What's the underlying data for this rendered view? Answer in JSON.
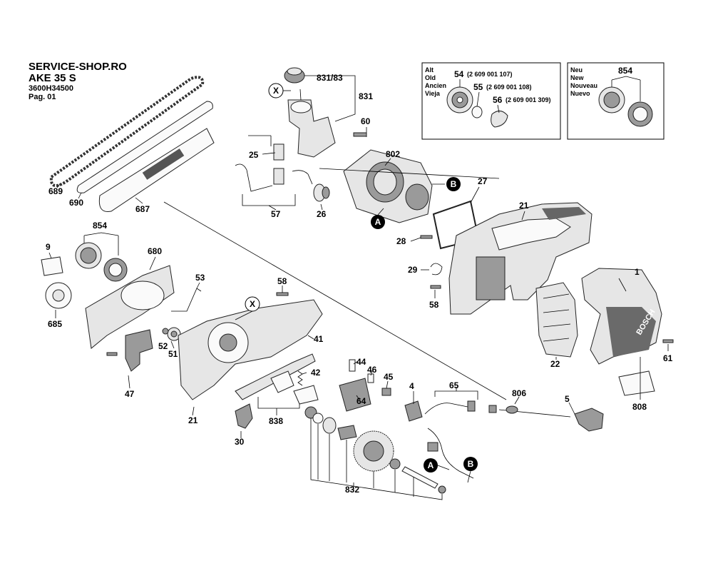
{
  "header": {
    "shop": "SERVICE-SHOP.RO",
    "model": "AKE 35 S",
    "code": "3600H34500",
    "page": "Pag. 01"
  },
  "box_old": {
    "words": [
      "Alt",
      "Old",
      "Ancien",
      "Vieja"
    ],
    "items": [
      {
        "num": "54",
        "code": "(2 609 001 107)"
      },
      {
        "num": "55",
        "code": "(2 609 001 108)"
      },
      {
        "num": "56",
        "code": "(2 609 001 309)"
      }
    ]
  },
  "box_new": {
    "words": [
      "Neu",
      "New",
      "Nouveau",
      "Nuevo"
    ],
    "num": "854"
  },
  "labels": {
    "p831_83": "831/83",
    "p831": "831",
    "p60": "60",
    "p802": "802",
    "p25": "25",
    "p57": "57",
    "p26": "26",
    "p27": "27",
    "p689": "689",
    "p690": "690",
    "p687": "687",
    "p9": "9",
    "p854": "854",
    "p680": "680",
    "p685": "685",
    "p21a": "21",
    "p28": "28",
    "p29": "29",
    "p58a": "58",
    "p1": "1",
    "p22": "22",
    "p61": "61",
    "p808": "808",
    "p53": "53",
    "p58b": "58",
    "p41": "41",
    "p52": "52",
    "p51": "51",
    "p47": "47",
    "p21b": "21",
    "p42": "42",
    "p44": "44",
    "p46": "46",
    "p45": "45",
    "p64": "64",
    "p4": "4",
    "p65": "65",
    "p806": "806",
    "p5": "5",
    "p838": "838",
    "p30": "30",
    "p832": "832"
  },
  "markers": {
    "x": "X",
    "a": "A",
    "b": "B"
  },
  "brand": "BOSCH"
}
